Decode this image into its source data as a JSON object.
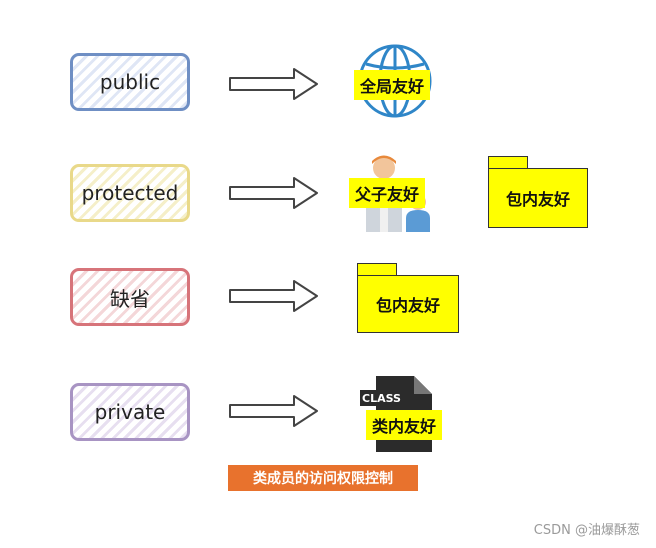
{
  "modifiers": [
    {
      "label": "public"
    },
    {
      "label": "protected"
    },
    {
      "label": "缺省"
    },
    {
      "label": "private"
    }
  ],
  "scopes": {
    "global": "全局友好",
    "parent_child": "父子友好",
    "package_right": "包内友好",
    "package": "包内友好",
    "class": "类内友好"
  },
  "class_file_tag": "CLASS",
  "caption": "类成员的访问权限控制",
  "watermark": "CSDN @油爆酥葱",
  "icons": [
    "globe-icon",
    "family-icon",
    "folder-icon",
    "class-file-icon",
    "hollow-arrow-icon"
  ],
  "colors": {
    "highlight": "#ffff00",
    "caption_bg": "#e8722d",
    "public_border": "#6f8fc4",
    "protected_border": "#e9d98a",
    "default_border": "#d7747a",
    "private_border": "#a894c3",
    "globe": "#2f86c8"
  }
}
